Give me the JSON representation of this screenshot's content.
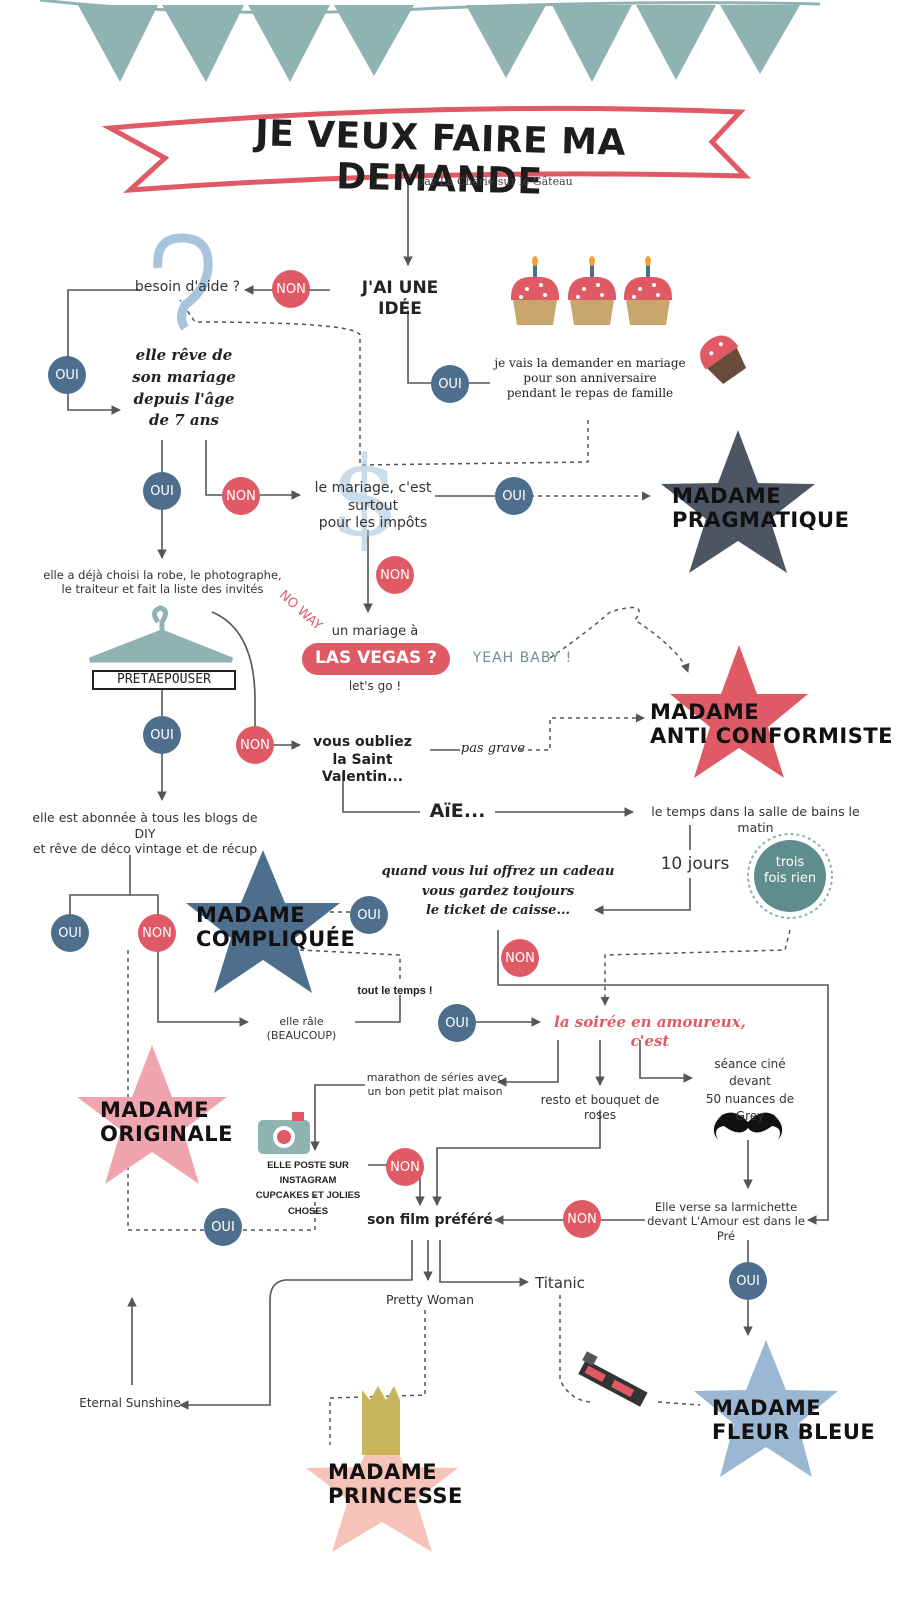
{
  "title": "JE VEUX FAIRE MA DEMANDE",
  "byline": "par La Chérie sur le Gâteau",
  "colors": {
    "teal": "#8fb3b3",
    "red": "#e05a66",
    "blue": "#4e6e8e",
    "slate": "#4b5564",
    "pink": "#f0a4ae",
    "lightblue": "#9bb7d4",
    "peach": "#f7c3b8"
  },
  "labels": {
    "oui": "OUI",
    "non": "NON"
  },
  "nodes": {
    "jai_une_idee": "J'AI UNE IDÉE",
    "besoin_aide": "besoin d'aide ?",
    "reve_mariage": "elle rêve de\nson mariage\ndepuis l'âge\nde 7 ans",
    "anniversaire": "je vais la demander en mariage\npour son anniversaire\npendant le repas de famille",
    "impots": "le mariage, c'est surtout\npour les impôts",
    "robe": "elle a déjà choisi la robe, le photographe,\nle traiteur et fait la liste des invités",
    "no_way": "NO WAY",
    "mariage_a": "un mariage à",
    "las_vegas": "LAS VEGAS ?",
    "lets_go": "let's go !",
    "yeah_baby": "YEAH BABY !",
    "pretaepouser": "PRETAEPOUSER",
    "saint_valentin": "vous oubliez\nla Saint Valentin...",
    "pas_grave": "pas grave",
    "aie": "AïE...",
    "salle_de_bains": "le temps dans la salle de bains le matin",
    "dix_jours": "10 jours",
    "trois_fois_rien": "trois\nfois rien",
    "blogs": "elle est abonnée à tous les blogs de DIY\net rêve de déco vintage et de récup",
    "ticket": "quand vous lui offrez un cadeau\nvous gardez toujours\nle ticket de caisse...",
    "tout_le_temps": "tout le temps !",
    "elle_rale": "elle râle (BEAUCOUP)",
    "soiree": "la soirée en amoureux, c'est",
    "marathon": "marathon de séries avec\nun bon petit plat maison",
    "resto": "resto et bouquet de roses",
    "seance": "séance ciné\ndevant\n50 nuances de Grey",
    "instagram": "ELLE POSTE SUR INSTAGRAM\nCUPCAKES ET JOLIES CHOSES",
    "film_prefere": "son film préféré",
    "larmichette": "Elle verse sa larmichette\ndevant L'Amour est dans le Pré",
    "titanic": "Titanic",
    "pretty_woman": "Pretty Woman",
    "eternal_sunshine": "Eternal Sunshine"
  },
  "stars": {
    "pragmatique": "MADAME\nPRAGMATIQUE",
    "anti_conformiste": "MADAME\nANTI CONFORMISTE",
    "compliquee": "MADAME\nCOMPLIQUÉE",
    "originale": "MADAME\nORIGINALE",
    "fleur_bleue": "MADAME\nFLEUR BLEUE",
    "princesse": "MADAME\nPRINCESSE"
  },
  "icons": [
    "bunting-flags",
    "question-mark-icon",
    "cupcake-icon",
    "dollar-icon",
    "hanger-icon",
    "camera-icon",
    "mustache-icon",
    "crown-icon",
    "tractor-icon"
  ]
}
